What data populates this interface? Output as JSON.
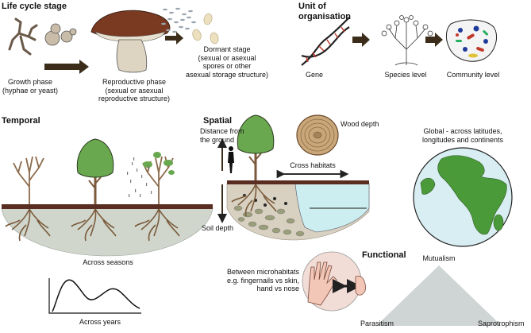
{
  "life_cycle": {
    "title": "Life cycle stage",
    "growth_label": [
      "Growth phase",
      "(hyphae or yeast)"
    ],
    "reproductive_label": [
      "Reproductive phase",
      "(sexual or asexual",
      "reproductive structure)"
    ],
    "dormant_label": [
      "Dormant stage",
      "(sexual or asexual",
      "spores or other",
      "asexual storage structure)"
    ]
  },
  "unit": {
    "title": [
      "Unit of",
      "organisation"
    ],
    "gene": "Gene",
    "species": "Species level",
    "community": "Community level"
  },
  "temporal": {
    "title": "Temporal",
    "seasons": "Across seasons",
    "years": "Across years"
  },
  "spatial": {
    "title": "Spatial",
    "distance": [
      "Distance from",
      "the ground"
    ],
    "wood": "Wood depth",
    "cross": "Cross habitats",
    "soil": "Soil depth",
    "micro": [
      "Between microhabitats",
      "e.g. fingernails vs skin,",
      "hand vs nose"
    ]
  },
  "global": {
    "label": [
      "Global - across latitudes,",
      "longitudes and continents"
    ]
  },
  "functional": {
    "title": "Functional",
    "mutualism": "Mutualism",
    "parasitism": "Parasitism",
    "saprotrophism": "Saprotrophism"
  },
  "colors": {
    "tree_green": "#6aa84f",
    "soil_brown": "#5a2d22",
    "ground_grey": "#d0d6cc",
    "arrow": "#3b2d1a",
    "ocean": "#d8eef2",
    "water": "#cdeef0"
  }
}
